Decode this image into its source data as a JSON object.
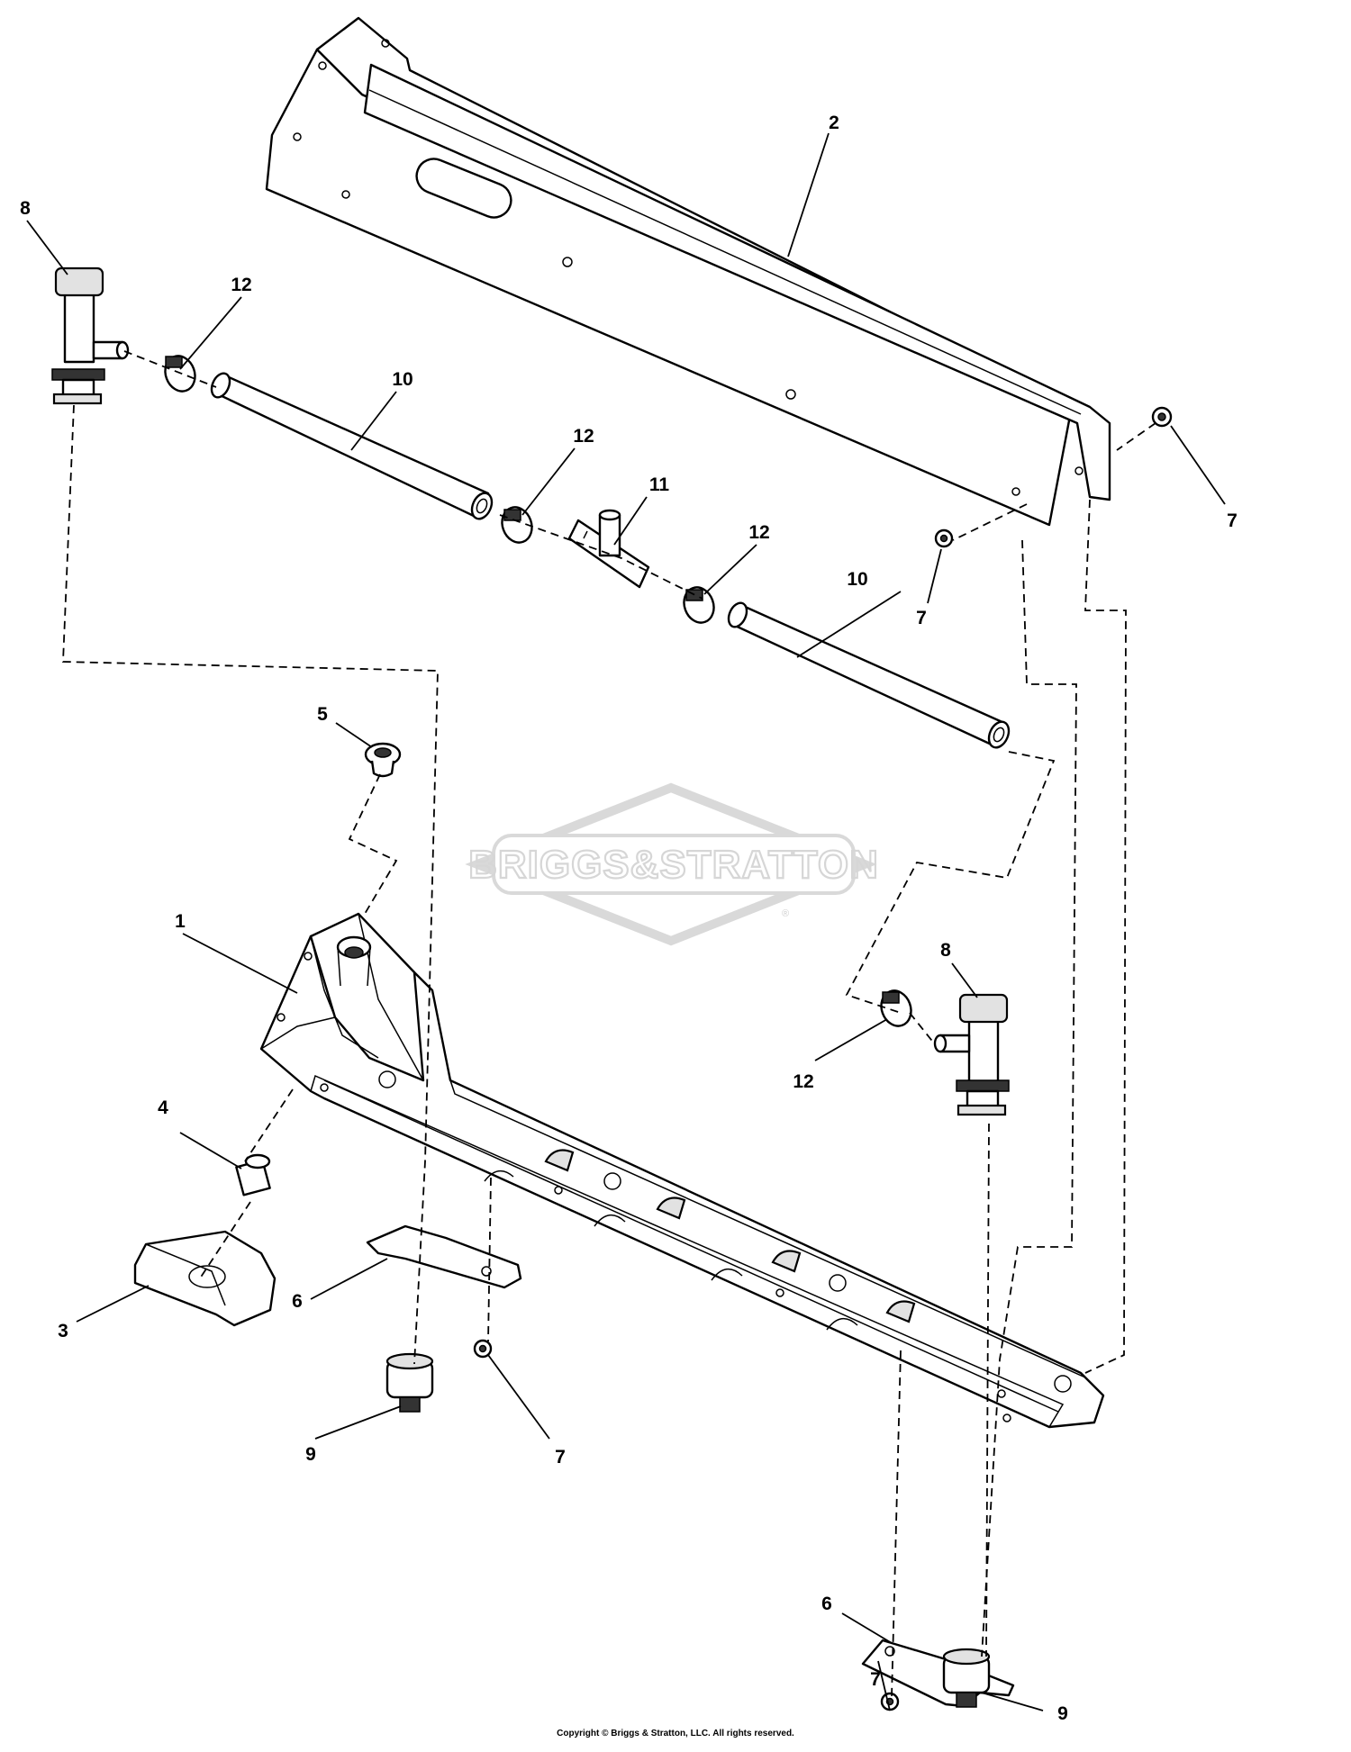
{
  "watermark": {
    "brand": "BRIGGS&STRATTON",
    "registered_mark": "®"
  },
  "callouts": [
    {
      "id": "c1",
      "label": "1"
    },
    {
      "id": "c2",
      "label": "2"
    },
    {
      "id": "c3",
      "label": "3"
    },
    {
      "id": "c4",
      "label": "4"
    },
    {
      "id": "c5",
      "label": "5"
    },
    {
      "id": "c6a",
      "label": "6"
    },
    {
      "id": "c6b",
      "label": "6"
    },
    {
      "id": "c7a",
      "label": "7"
    },
    {
      "id": "c7b",
      "label": "7"
    },
    {
      "id": "c7c",
      "label": "7"
    },
    {
      "id": "c7d",
      "label": "7"
    },
    {
      "id": "c8a",
      "label": "8"
    },
    {
      "id": "c8b",
      "label": "8"
    },
    {
      "id": "c9a",
      "label": "9"
    },
    {
      "id": "c9b",
      "label": "9"
    },
    {
      "id": "c10a",
      "label": "10"
    },
    {
      "id": "c10b",
      "label": "10"
    },
    {
      "id": "c11",
      "label": "11"
    },
    {
      "id": "c12a",
      "label": "12"
    },
    {
      "id": "c12b",
      "label": "12"
    },
    {
      "id": "c12c",
      "label": "12"
    },
    {
      "id": "c12d",
      "label": "12"
    }
  ],
  "footer": {
    "copyright": "Copyright © Briggs & Stratton, LLC. All rights reserved."
  }
}
